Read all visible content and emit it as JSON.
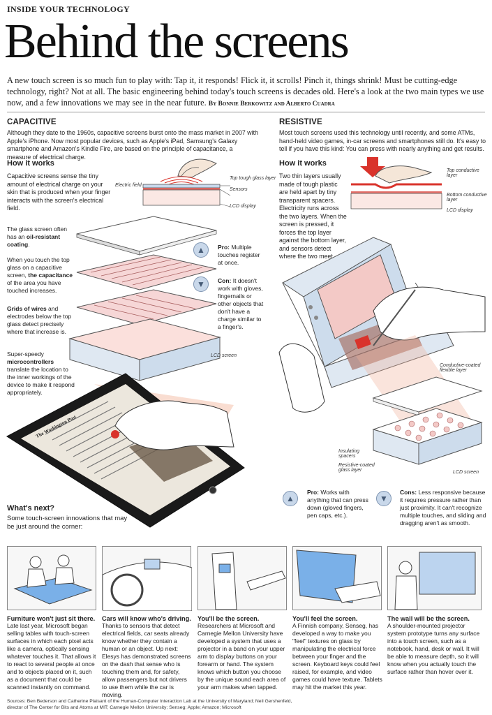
{
  "kicker": "INSIDE YOUR TECHNOLOGY",
  "headline": "Behind the screens",
  "intro": "A new touch screen is so much fun to play with: Tap it, it responds! Flick it, it scrolls! Pinch it, things shrink! Must be cutting-edge technology, right? Not at all. The basic engineering behind today's touch screens is decades old. Here's a look at the two main types we use now, and a few innovations we may see in the near future.",
  "byline": "By Bonnie Berkowitz and Alberto Cuadra",
  "capacitive": {
    "title": "CAPACITIVE",
    "intro": "Although they date to the 1960s, capacitive screens burst onto the mass market in 2007 with Apple's iPhone. Now most popular devices, such as Apple's iPad, Samsung's Galaxy smartphone and Amazon's Kindle Fire, are based on the principle of capacitance, a measure of electrical charge.",
    "how_title": "How it works",
    "how_text": "Capacitive screens sense the tiny amount of electrical charge on your skin that is produced when your finger interacts with the screen's electrical field.",
    "diagram_labels": {
      "field": "Electric field",
      "glass": "Top tough glass layer",
      "sensors": "Sensors",
      "lcd": "LCD display"
    },
    "callouts": {
      "glass_pre": "The glass screen often has an ",
      "glass_bold": "oil-resistant coating",
      "glass_post": ".",
      "touch_pre": "When you touch the top glass on a capacitive screen, ",
      "touch_bold": "the capacitance",
      "touch_post": " of the area you have touched increases.",
      "grid_bold": "Grids of wires",
      "grid_post": " and electrodes below the top glass detect precisely where that increase is.",
      "micro_pre": "Super-speedy ",
      "micro_bold": "microcontrollers",
      "micro_post": " translate the location to the inner workings of the device to make it respond appropriately."
    },
    "lcd_screen_label": "LCD screen",
    "pro_label": "Pro:",
    "pro_text": "Multiple touches register at once.",
    "con_label": "Con:",
    "con_text": "It doesn't work with gloves, fingernails or other objects that don't have a charge similar to a finger's."
  },
  "resistive": {
    "title": "RESISTIVE",
    "intro": "Most touch screens used this technology until recently, and some ATMs, hand-held video games, in-car screens and smartphones still do. It's easy to tell if you have this kind: You can press with nearly anything and get results.",
    "how_title": "How it works",
    "how_text": "Two thin layers usually made of tough plastic are held apart by tiny transparent spacers. Electricity runs across the two layers. When the screen is pressed, it forces the top layer against the bottom layer, and sensors detect where the two meet.",
    "diagram_labels": {
      "top": "Top conductive layer",
      "bottom": "Bottom conductive layer",
      "lcd": "LCD display"
    },
    "device_labels": {
      "flexible": "Conductive-coated flexible layer",
      "spacers": "Insulating spacers",
      "glass": "Resistive-coated glass layer",
      "lcd": "LCD screen"
    },
    "pro_label": "Pro:",
    "pro_text": "Works with anything that can press down (gloved fingers, pen caps, etc.).",
    "cons_label": "Cons:",
    "cons_text": "Less responsive because it requires pressure rather than just proximity. It can't recognize multiple touches, and sliding and dragging aren't as smooth."
  },
  "next": {
    "title": "What's next?",
    "subtitle": "Some touch-screen innovations that may be just around the corner:",
    "panels": [
      {
        "title": "Furniture won't just sit there.",
        "text": "Late last year, Microsoft began selling tables with touch-screen surfaces in which each pixel acts like a camera, optically sensing whatever touches it. That allows it to react to several people at once and to objects placed on it, such as a document that could be scanned instantly on command."
      },
      {
        "title": "Cars will know who's driving.",
        "text": "Thanks to sensors that detect electrical fields, car seats already know whether they contain a human or an object. Up next: Elesys has demonstrated screens on the dash that sense who is touching them and, for safety, allow passengers but not drivers to use them while the car is moving."
      },
      {
        "title": "You'll be the screen.",
        "text": "Researchers at Microsoft and Carnegie Mellon University have developed a system that uses a projector in a band on your upper arm to display buttons on your forearm or hand. The system knows which button you choose by the unique sound each area of your arm makes when tapped."
      },
      {
        "title": "You'll feel the screen.",
        "text": "A Finnish company, Senseg, has developed a way to make you \"feel\" textures on glass by manipulating the electrical force between your finger and the screen. Keyboard keys could feel raised, for example, and video games could have texture. Tablets may hit the market this year."
      },
      {
        "title": "The wall will be the screen.",
        "text": "A shoulder-mounted projector system prototype turns any surface into a touch screen, such as a notebook, hand, desk or wall. It will be able to measure depth, so it will know when you actually touch the surface rather than hover over it."
      }
    ]
  },
  "sources": "Sources: Ben Bederson and Catherine Plaisant of the Human-Computer Interaction Lab at the University of Maryland; Neil Gershenfeld, director of The Center for Bits and Atoms at MIT; Carnegie Mellon University; Senseg; Apple; Amazon; Microsoft",
  "tablet_brand": "The Washington Post",
  "colors": {
    "accent_red": "#d9332b",
    "glass_blue": "#c8d8ec",
    "pink": "#f3c9c6",
    "salmon": "#f1b39a"
  }
}
